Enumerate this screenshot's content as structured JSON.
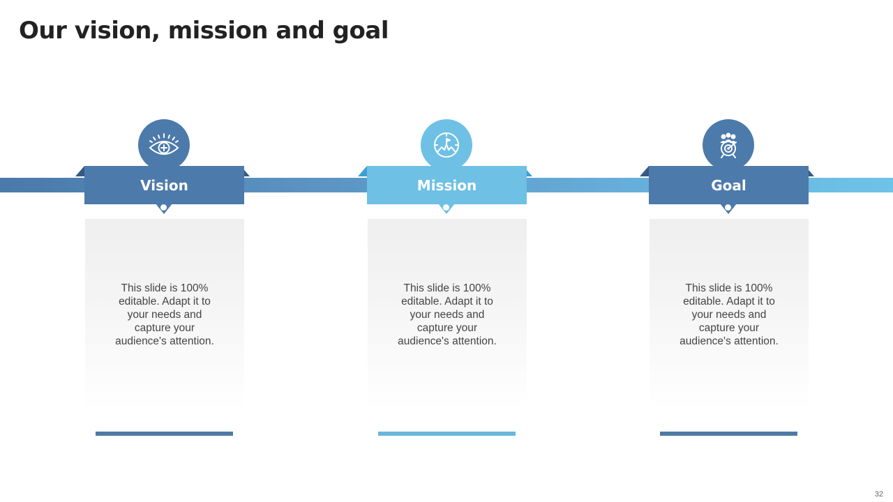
{
  "slide": {
    "title": "Our vision, mission and goal",
    "page_number": "32"
  },
  "colors": {
    "dark_blue": "#4c7aab",
    "dark_blue_fold": "#355a85",
    "light_blue": "#6ec0e5",
    "light_blue_fold": "#3d9fd1",
    "underline_dark": "#4e7aa5",
    "underline_light": "#6ab7da"
  },
  "cards": [
    {
      "label": "Vision",
      "icon": "eye-icon",
      "text": "This slide is 100% editable. Adapt it to your needs and capture your audience's attention."
    },
    {
      "label": "Mission",
      "icon": "compass-icon",
      "text": "This slide is 100% editable. Adapt it to your needs and capture your audience's attention."
    },
    {
      "label": "Goal",
      "icon": "target-team-icon",
      "text": "This slide is 100% editable. Adapt it to your needs and capture your audience's attention."
    }
  ]
}
